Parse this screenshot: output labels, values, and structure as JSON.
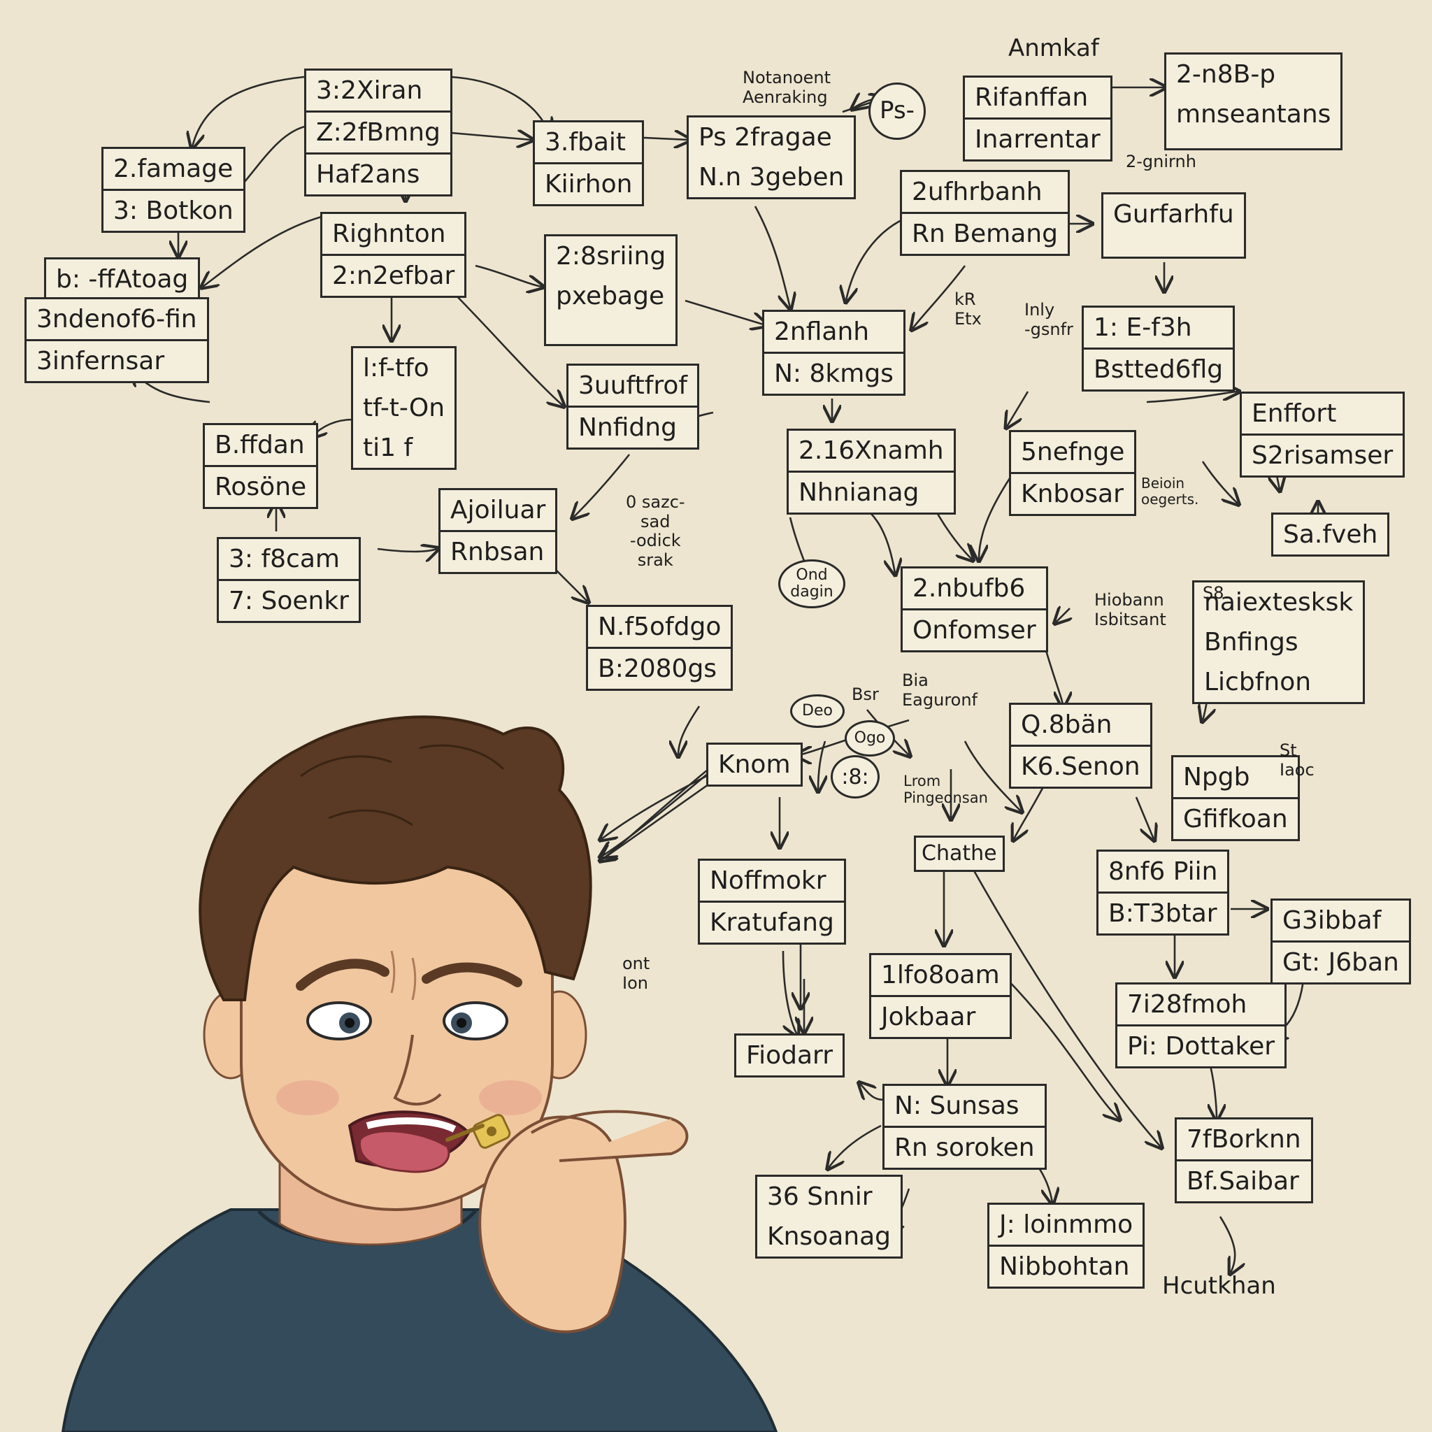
{
  "nodes": {
    "n1": [
      "3:2Xiran",
      "Z:2fBmng",
      "Haf2ans"
    ],
    "n2": [
      "2.famage",
      "3: Botkon"
    ],
    "n3": [
      "3.fbait",
      "Kiirhon"
    ],
    "n4": [
      "Ps 2fragae",
      "N.n 3geben"
    ],
    "n5": [
      "Rifanffan",
      "Inarrentar"
    ],
    "n6": [
      "2-n8B-p",
      "mnseantans"
    ],
    "n7": [
      "Righnton",
      "2:n2efbar"
    ],
    "n8": [
      "b: -ffAtoag"
    ],
    "n9": [
      "3ndenof6-fin",
      "3infernsar"
    ],
    "n10": [
      "2:8sriing",
      "pxebage"
    ],
    "n11": [
      "2ufhrbanh",
      "Rn Bemang"
    ],
    "n12": [
      "Gurfarhfu"
    ],
    "n13": [
      "l:f-tfo",
      "tf-t-On",
      "ti1 f"
    ],
    "n14": [
      "3uuftfrof",
      "Nnfidng"
    ],
    "n15": [
      "2nflanh",
      "N: 8kmgs"
    ],
    "n16": [
      "1: E-f3h",
      "Bstted6flg"
    ],
    "n17": [
      "B.ffdan",
      "Rosöne"
    ],
    "n18": [
      "2.16Xnamh",
      "Nhnianag"
    ],
    "n19": [
      "5nefnge",
      "Knbosar"
    ],
    "n20": [
      "Enffort",
      "S2risamser"
    ],
    "n21": [
      "Ajoiluar",
      "Rnbsan"
    ],
    "n22": [
      "3: f8cam",
      "7: Soenkr"
    ],
    "n23": [
      "Sa.fveh"
    ],
    "n24": [
      "2.nbufb6",
      "Onfomser"
    ],
    "n25": [
      "N.f5ofdgo",
      "B:2080gs"
    ],
    "n26": [
      "naiextesksk",
      "Bnfings",
      "Licbfnon"
    ],
    "n27": [
      "Knom"
    ],
    "n28": [
      "Q.8bän",
      "K6.Senon"
    ],
    "n29": [
      "Npgb",
      "Gfifkoan"
    ],
    "n30": [
      "Chathe"
    ],
    "n31": [
      "Noffmokr",
      "Kratufang"
    ],
    "n32": [
      "8nf6 Piin",
      "B:T3btar"
    ],
    "n33": [
      "G3ibbaf",
      "Gt: J6ban"
    ],
    "n34": [
      "1lfo8oam",
      "Jokbaar"
    ],
    "n35": [
      "7i28fmoh",
      "Pi: Dottaker"
    ],
    "n36": [
      "Fiodarr"
    ],
    "n37": [
      "N: Sunsas",
      "Rn soroken"
    ],
    "n38": [
      "7fBorknn",
      "Bf.Saibar"
    ],
    "n39": [
      "36 Snnir",
      "Knsoanag"
    ],
    "n40": [
      "J: loinmmo",
      "Nibbohtan"
    ]
  },
  "circles": {
    "ps": "Ps-",
    "c1": "Ond dagin",
    "c2": "Deo",
    "c3": "Ogo",
    "c4": ":8:"
  },
  "notes": {
    "t_top": "Anmkaf",
    "t_nota": "Notanoent\nAenraking",
    "t_2g": "2-gnirnh",
    "t_kr": "kR\nEtx",
    "t_inly": "Inly\n-gsnfr",
    "t_saze": "0 sazc-\nsad\n-odick\nsrak",
    "t_beic": "Beioin\noegerts.",
    "t_hio": "Hiobann\nIsbitsant",
    "t_s8": "S8.",
    "t_bsr": "Bsr",
    "t_bi": "Bia\nEaguronf",
    "t_brom": "Lrom\nPingeonsan",
    "t_ioc": "St\nIaoc",
    "t_ont": "ont\nIon",
    "t_bottom": "Hcutkhan"
  },
  "colors": {
    "paper": "#ede5cf",
    "ink": "#2a2a2a",
    "hair": "#5a3a24",
    "skin": "#f1c7a0",
    "shirt": "#344b5c",
    "tongue": "#c75a68",
    "key": "#e3c455"
  }
}
